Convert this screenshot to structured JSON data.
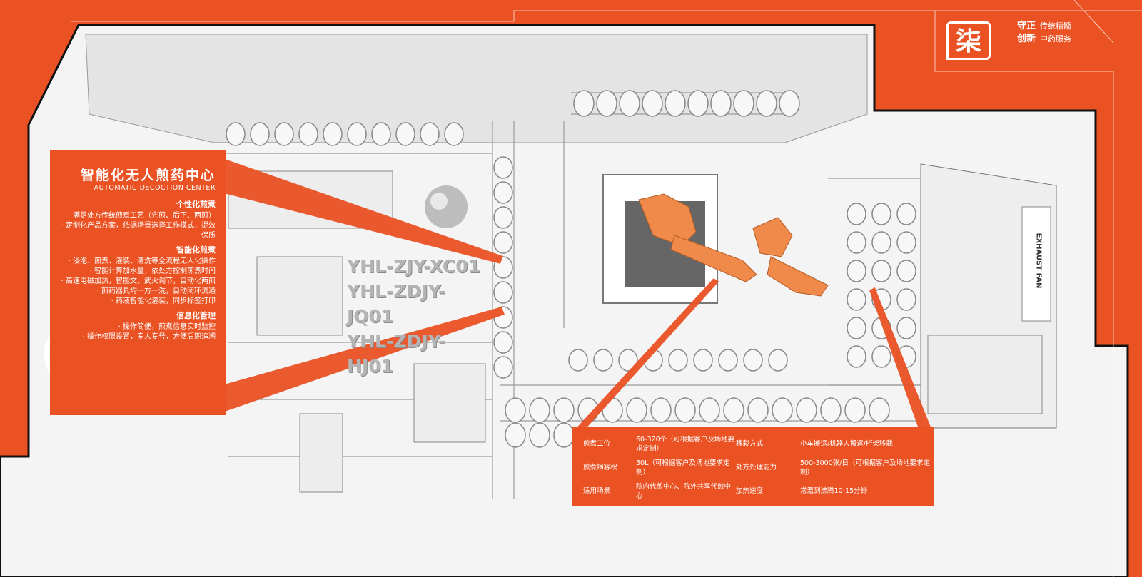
{
  "badge": {
    "char": "柒"
  },
  "slogan": {
    "line1_big": "守正",
    "line1_small": "传统精髓",
    "line2_big": "创新",
    "line2_small": "中药服务"
  },
  "center_panel": {
    "title": "智能化无人煎药中心",
    "subtitle": "AUTOMATIC DECOCTION CENTER",
    "sections": [
      {
        "head": "个性化煎煮",
        "bullets": [
          "· 满足处方传统煎煮工艺（先煎、后下、两煎）",
          "· 定制化产品方案，依据场景选择工作模式，提效保质"
        ]
      },
      {
        "head": "智能化煎煮",
        "bullets": [
          "· 浸泡、煎煮、灌装、清洗等全流程无人化操作",
          "· 智能计算加水量，依处方控制煎煮时间",
          "· 高速电磁加热，智能文、武火调节，自动化两煎",
          "· 煎药器具均一方一洗，自动闭环流通",
          "· 药液智能化灌装，同步标签打印"
        ]
      },
      {
        "head": "信息化管理",
        "bullets": [
          "· 操作简便，煎煮信息实时监控",
          "· 操作权限设置，专人专号，方便后期追溯"
        ]
      }
    ]
  },
  "models": [
    "YHL-ZJY-XC01",
    "YHL-ZDJY-JQ01",
    "YHL-ZDJY-HJ01"
  ],
  "equipment_label": "EXHAUST FAN",
  "specs": {
    "rows": [
      {
        "k1": "煎煮工位",
        "v1": "60-320个（可根据客户及场地要求定制）",
        "k2": "移栽方式",
        "v2": "小车搬运/机器人搬运/桁架移栽"
      },
      {
        "k1": "煎煮锅容积",
        "v1": "30L（可根据客户及场地要求定制）",
        "k2": "处方处理能力",
        "v2": "500-3000张/日（可根据客户及场地要求定制）"
      },
      {
        "k1": "适用场景",
        "v1": "院内代煎中心、院外共享代煎中心",
        "k2": "加热速度",
        "v2": "常温到沸腾10-15分钟"
      }
    ]
  },
  "colors": {
    "accent": "#ea5224",
    "robot": "#f08a4b",
    "line": "#9a9a9a"
  }
}
